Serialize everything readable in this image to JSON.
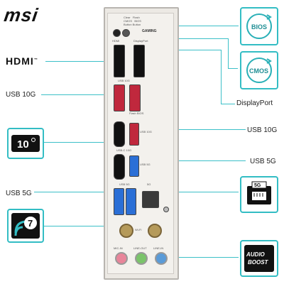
{
  "brand": {
    "logo_text": "msi"
  },
  "hdmi_logo": {
    "text": "HDMI"
  },
  "callouts": {
    "left": [
      {
        "label": "USB 10G"
      },
      {
        "label": "USB 5G"
      }
    ],
    "right": [
      {
        "label": "DisplayPort"
      },
      {
        "label": "USB 10G"
      },
      {
        "label": "USB 5G"
      }
    ]
  },
  "badges": {
    "bios": "BIOS",
    "cmos": "CMOS",
    "ten_gbps": "10",
    "five_g": "5G",
    "wifi7": "7",
    "audio_boost_line1": "AUDIO",
    "audio_boost_line2": "BOOST"
  },
  "panel_labels": {
    "gaming": "GAMING",
    "top_small": "Clear   Flash\nCMOS   BIOS\nButton Button",
    "hdmi": "HDMI",
    "displayport": "DisplayPort",
    "usb10g_top": "USB 10G",
    "flash_bios": "Flash BIOS",
    "usb10g_side": "USB 10G",
    "usbc_side": "USB-C 10G",
    "usb5g_side": "USB 5G",
    "usb5g_bottom": "USB 5G",
    "lan": "5G",
    "wifi": "Wi-Fi",
    "mic_in": "MIC-IN",
    "line_out": "LINE-OUT",
    "line_in": "LINE-IN"
  },
  "colors": {
    "accent": "#33bdc4",
    "usb_blue": "#2b6fd6",
    "usb_red": "#c0283d",
    "jack_pink": "#e8859a",
    "jack_green": "#7bc46b",
    "jack_blue": "#5a9bd8"
  }
}
